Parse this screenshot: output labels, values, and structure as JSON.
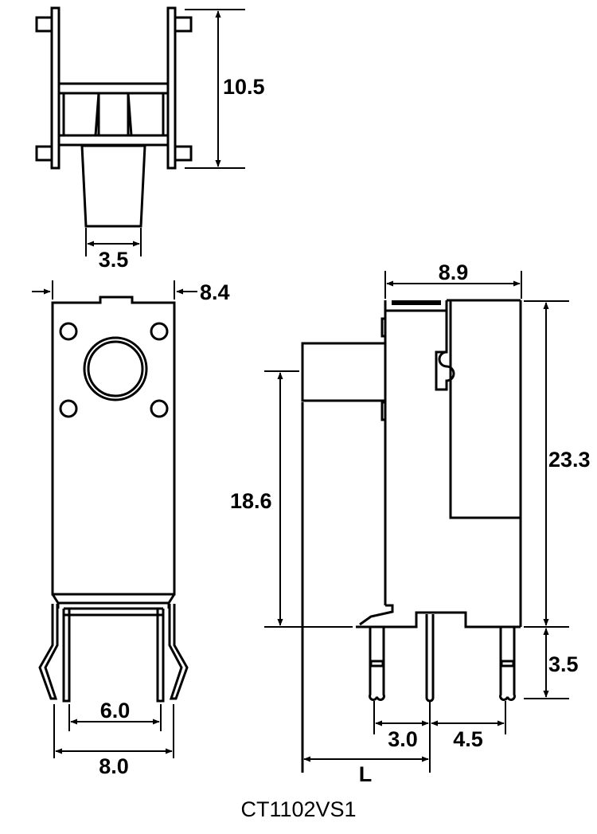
{
  "part_number": "CT1102VS1",
  "dimensions": {
    "top_height": "10.5",
    "top_stem_width": "3.5",
    "front_overall_width": "8.4",
    "front_pin_span_inner": "6.0",
    "front_pin_span_outer": "8.0",
    "side_depth": "8.9",
    "side_body_height": "23.3",
    "side_actuator_height": "18.6",
    "side_pin_length": "3.5",
    "side_pin_pitch_1": "3.0",
    "side_pin_pitch_2": "4.5",
    "side_length_variable": "L"
  }
}
